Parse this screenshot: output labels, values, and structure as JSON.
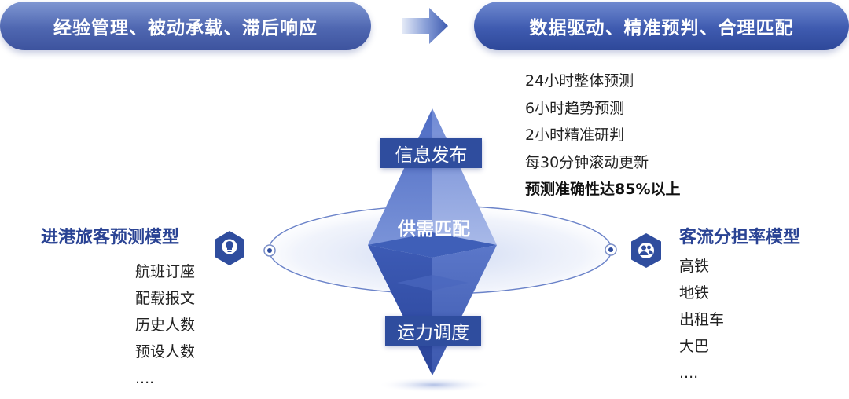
{
  "header": {
    "left_banner": "经验管理、被动承载、滞后响应",
    "right_banner": "数据驱动、精准预判、合理匹配"
  },
  "center": {
    "top_label": "信息发布",
    "middle_label": "供需匹配",
    "bottom_label": "运力调度"
  },
  "forecast": {
    "items": [
      "24小时整体预测",
      "6小时趋势预测",
      "2小时精准研判",
      "每30分钟滚动更新"
    ],
    "highlight": "预测准确性达85%以上"
  },
  "left_model": {
    "title": "进港旅客预测模型",
    "items": [
      "航班订座",
      "配载报文",
      "历史人数",
      "预设人数",
      "...."
    ]
  },
  "right_model": {
    "title": "客流分担率模型",
    "items": [
      "高铁",
      "地铁",
      "出租车",
      "大巴",
      "...."
    ]
  },
  "icons": {
    "left": "lightbulb-icon",
    "right": "users-icon",
    "arrow": "arrow-right-icon"
  },
  "colors": {
    "primary": "#2f4d9e",
    "banner_light": "#7f97d3",
    "title_text": "#2a4394"
  }
}
